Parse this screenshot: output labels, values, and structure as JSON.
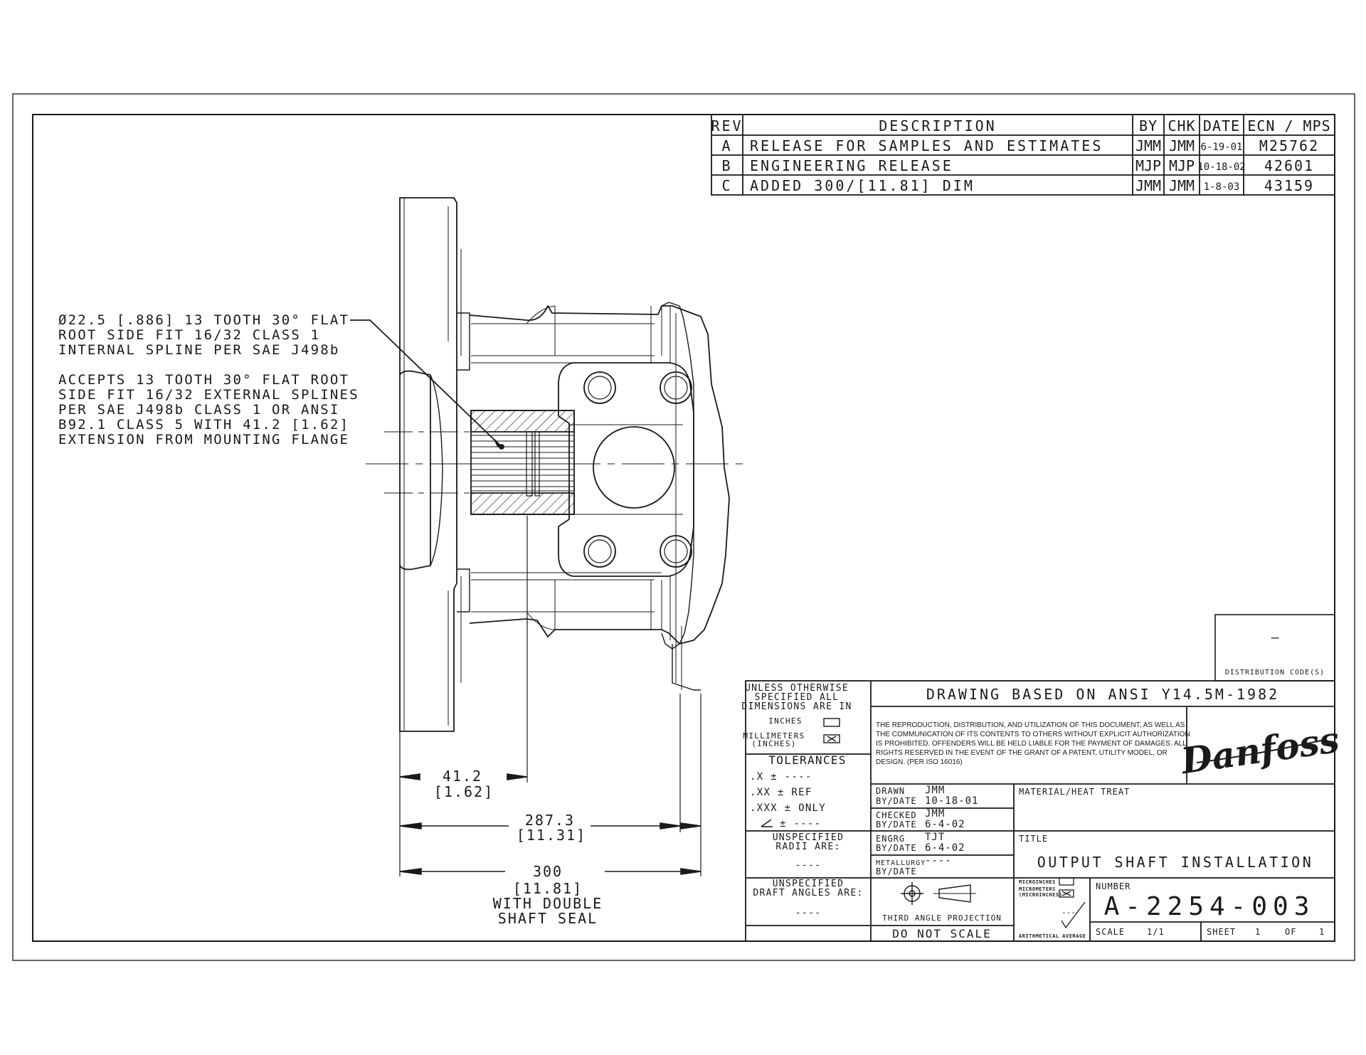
{
  "revision_table": {
    "headers": [
      "REV",
      "DESCRIPTION",
      "BY",
      "CHK",
      "DATE",
      "ECN / MPS"
    ],
    "rows": [
      [
        "A",
        "RELEASE FOR SAMPLES AND ESTIMATES",
        "JMM",
        "JMM",
        "6-19-01",
        "M25762"
      ],
      [
        "B",
        "ENGINEERING RELEASE",
        "MJP",
        "MJP",
        "10-18-02",
        "42601"
      ],
      [
        "C",
        "ADDED 300/[11.81] DIM",
        "JMM",
        "JMM",
        "1-8-03",
        "43159"
      ]
    ]
  },
  "notes": {
    "spline": [
      "Ø22.5 [.886] 13 TOOTH 30° FLAT",
      "ROOT SIDE FIT 16/32 CLASS 1",
      "INTERNAL SPLINE PER SAE J498b"
    ],
    "accepts": [
      "ACCEPTS 13 TOOTH 30° FLAT ROOT",
      "SIDE FIT 16/32 EXTERNAL SPLINES",
      "PER SAE J498b CLASS 1 OR ANSI",
      "B92.1 CLASS 5 WITH 41.2 [1.62]",
      "EXTENSION FROM MOUNTING FLANGE"
    ]
  },
  "dimensions": {
    "d1_value": "41.2",
    "d1_inch": "[1.62]",
    "d2_value": "287.3",
    "d2_inch": "[11.31]",
    "d3_value": "300",
    "d3_inch": "[11.81]",
    "d3_note_1": "WITH DOUBLE",
    "d3_note_2": "SHAFT SEAL"
  },
  "distribution": {
    "code": "–",
    "label": "DISTRIBUTION CODE(S)"
  },
  "title_block": {
    "unless_1": "UNLESS OTHERWISE",
    "unless_2": "SPECIFIED ALL",
    "unless_3": "DIMENSIONS ARE IN",
    "inches": "INCHES",
    "millimeters": "MILLIMETERS",
    "inches_paren": "(INCHES)",
    "tolerances": "TOLERANCES",
    "tol_x": ".X   ± ----",
    "tol_xx": ".XX  ± REF",
    "tol_xxx": ".XXX ± ONLY",
    "tol_angle": "± ----",
    "radii_1": "UNSPECIFIED",
    "radii_2": "RADII ARE:",
    "radii_val": "----",
    "draft_1": "UNSPECIFIED",
    "draft_2": "DRAFT ANGLES ARE:",
    "draft_val": "----",
    "standard": "DRAWING BASED ON ANSI Y14.5M-1982",
    "legal": [
      "THE REPRODUCTION, DISTRIBUTION, AND UTILIZATION OF THIS DOCUMENT, AS WELL AS",
      "THE COMMUNICATION OF ITS CONTENTS TO OTHERS WITHOUT EXPLICIT AUTHORIZATION",
      "IS PROHIBITED. OFFENDERS WILL BE HELD LIABLE FOR THE PAYMENT OF DAMAGES. ALL",
      "RIGHTS RESERVED IN THE EVENT OF THE GRANT OF A PATENT, UTILITY MODEL, OR",
      "DESIGN. (PER ISO 16016)"
    ],
    "logo_text": "Danfoss",
    "drawn_label": "DRAWN",
    "drawn_by": "JMM",
    "drawn_bydate": "BY/DATE",
    "drawn_date": "10-18-01",
    "checked_label": "CHECKED",
    "checked_by": "JMM",
    "checked_bydate": "BY/DATE",
    "checked_date": "6-4-02",
    "engrg_label": "ENGRG",
    "engrg_by": "TJT",
    "engrg_bydate": "BY/DATE",
    "engrg_date": "6-4-02",
    "metallurgy_label": "METALLURGY",
    "metallurgy_by": "----",
    "metallurgy_bydate": "BY/DATE",
    "material_label": "MATERIAL/HEAT TREAT",
    "title_label": "TITLE",
    "title": "OUTPUT SHAFT INSTALLATION",
    "projection": "THIRD ANGLE PROJECTION",
    "do_not_scale": "DO NOT SCALE",
    "microinches": "MICROINCHES",
    "micrometers": "MICROMETERS",
    "micrometers_paren": "(MICROINCHES)",
    "roughness_val": "---",
    "arith_avg": "ARITHMETICAL AVERAGE",
    "number_label": "NUMBER",
    "number": "A-2254-003",
    "scale_label": "SCALE",
    "scale": "1/1",
    "sheet_label": "SHEET",
    "sheet": "1",
    "of_label": "OF",
    "of": "1"
  }
}
